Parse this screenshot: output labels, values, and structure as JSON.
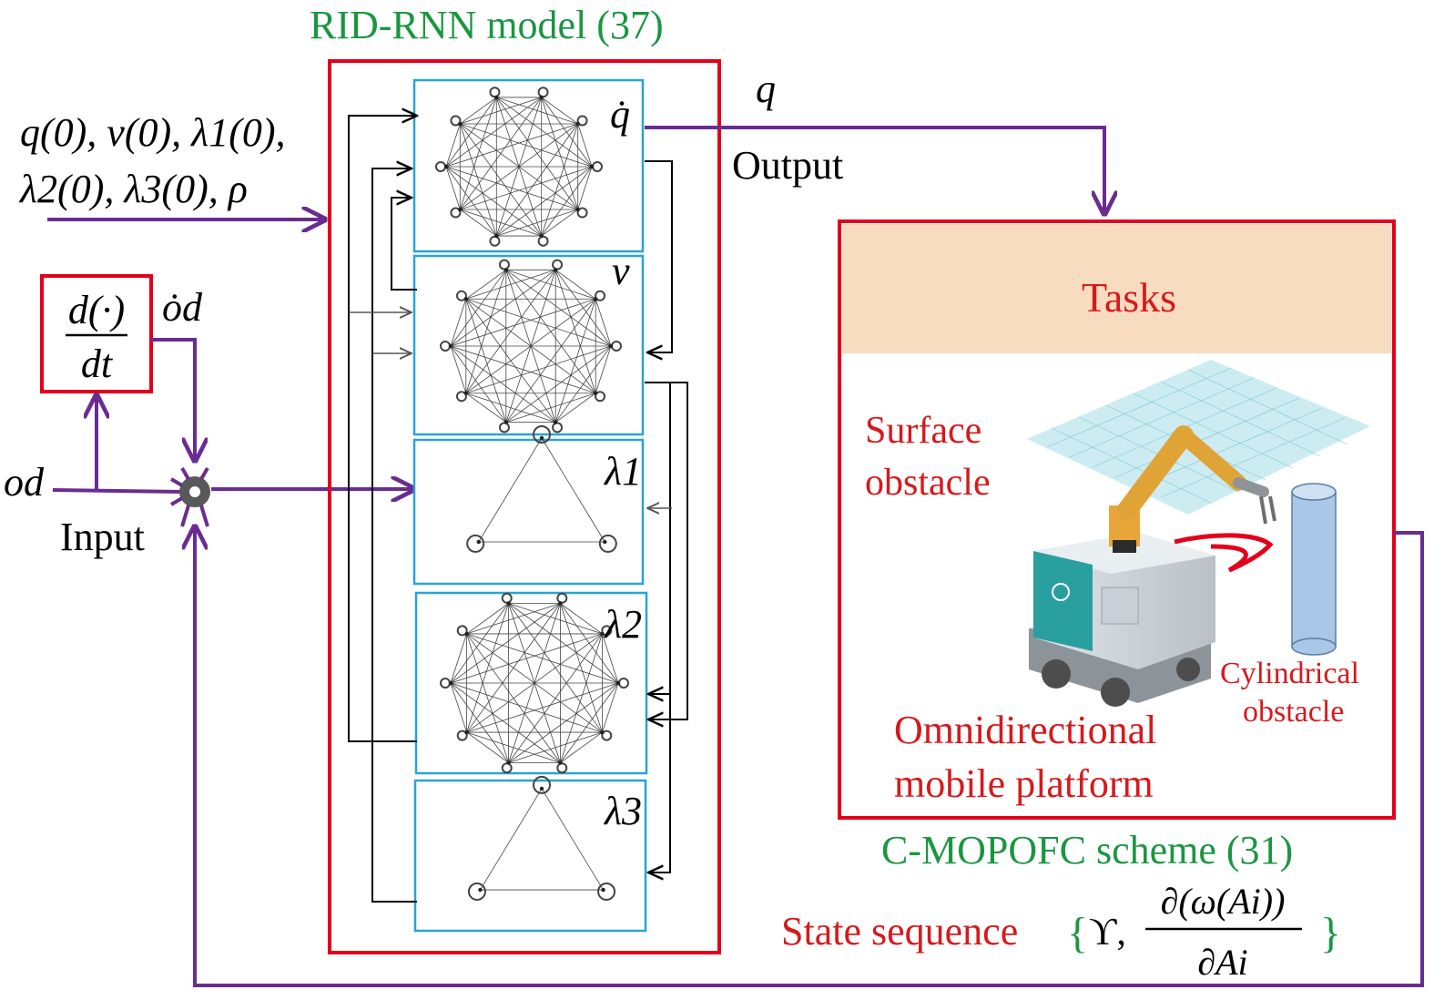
{
  "titles": {
    "model": "RID-RNN model (37)",
    "scheme": "C-MOPOFC scheme (31)"
  },
  "inputs": {
    "line1": "q(0), v(0), λ1(0),",
    "line2": "λ2(0), λ3(0), ρ",
    "derivative_num": "d(·)",
    "derivative_den": "dt",
    "od_dot": "ȯd",
    "od": "od",
    "input_label": "Input"
  },
  "outputs": {
    "q": "q",
    "output_label": "Output"
  },
  "modules": [
    {
      "label": "q̇",
      "net": "decagon"
    },
    {
      "label": "v",
      "net": "decagon"
    },
    {
      "label": "λ1",
      "net": "triangle"
    },
    {
      "label": "λ2",
      "net": "decagon"
    },
    {
      "label": "λ3",
      "net": "triangle"
    }
  ],
  "tasks": {
    "header": "Tasks",
    "surface1": "Surface",
    "surface2": "obstacle",
    "cyl1": "Cylindrical",
    "cyl2": "obstacle",
    "omni1": "Omnidirectional",
    "omni2": "mobile platform"
  },
  "state": {
    "label": "State sequence",
    "open": "{",
    "upsilon": "ϒ,",
    "frac_num": "∂(ω(Ai))",
    "frac_den": "∂Ai",
    "close": "}"
  },
  "colors": {
    "purple": "#6a2c91",
    "red": "#e4001b",
    "blue": "#29a3d6",
    "green": "#1a9641",
    "tasks_header": "#f8dcbf"
  }
}
